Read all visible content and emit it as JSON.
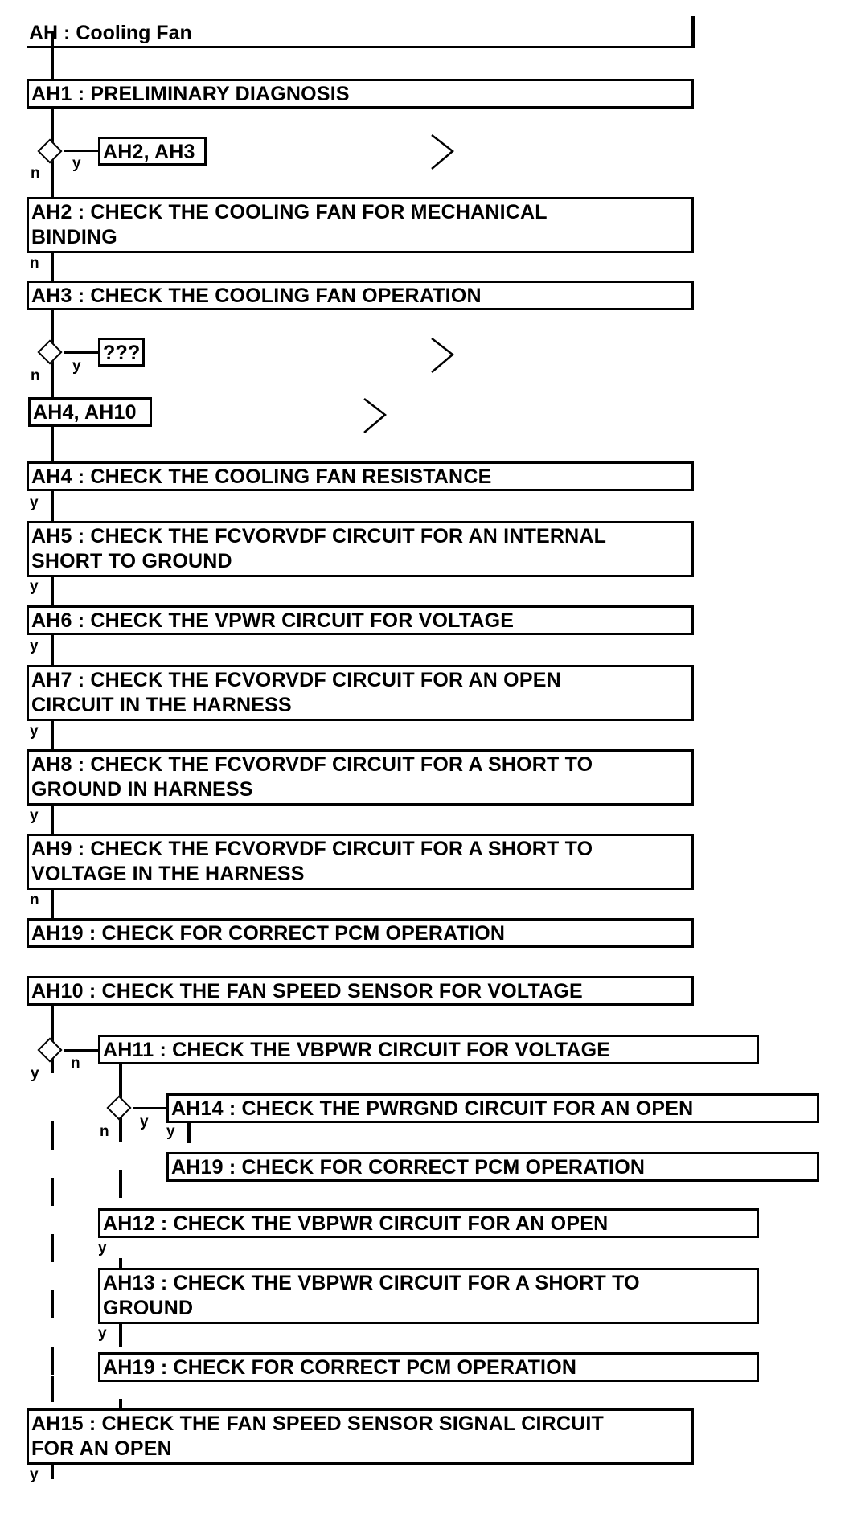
{
  "header": {
    "title": "AH : Cooling Fan"
  },
  "steps": {
    "ah1": "AH1 : PRELIMINARY DIAGNOSIS",
    "ah2": "AH2 : CHECK THE COOLING FAN FOR MECHANICAL\nBINDING",
    "ah3": "AH3 : CHECK THE COOLING FAN OPERATION",
    "ah4": "AH4 : CHECK THE COOLING FAN RESISTANCE",
    "ah5": "AH5 : CHECK THE FCVORVDF CIRCUIT FOR AN INTERNAL\nSHORT TO GROUND",
    "ah6": "AH6 : CHECK THE VPWR CIRCUIT FOR VOLTAGE",
    "ah7": "AH7 : CHECK THE FCVORVDF CIRCUIT FOR AN OPEN\nCIRCUIT IN THE HARNESS",
    "ah8": "AH8 : CHECK THE FCVORVDF CIRCUIT FOR A SHORT TO\nGROUND IN HARNESS",
    "ah9": "AH9 : CHECK THE FCVORVDF CIRCUIT FOR A SHORT TO\nVOLTAGE IN THE HARNESS",
    "ah19_a": "AH19 : CHECK FOR CORRECT PCM OPERATION",
    "ah10": "AH10 : CHECK THE FAN SPEED SENSOR FOR VOLTAGE",
    "ah11": "AH11 : CHECK THE VBPWR CIRCUIT FOR VOLTAGE",
    "ah14": "AH14 : CHECK THE PWRGND CIRCUIT FOR AN OPEN",
    "ah19_b": "AH19 : CHECK FOR CORRECT PCM OPERATION",
    "ah12": "AH12 : CHECK THE VBPWR CIRCUIT FOR AN OPEN",
    "ah13": "AH13 : CHECK THE VBPWR CIRCUIT FOR A SHORT TO\nGROUND",
    "ah19_c": "AH19 : CHECK FOR CORRECT PCM OPERATION",
    "ah15": "AH15 : CHECK THE FAN SPEED SENSOR SIGNAL CIRCUIT\nFOR AN OPEN"
  },
  "branches": {
    "d1_target": "AH2, AH3",
    "d2_target": "???",
    "d2_n_target": "AH4, AH10"
  },
  "labels": {
    "yes": "y",
    "no": "n"
  }
}
